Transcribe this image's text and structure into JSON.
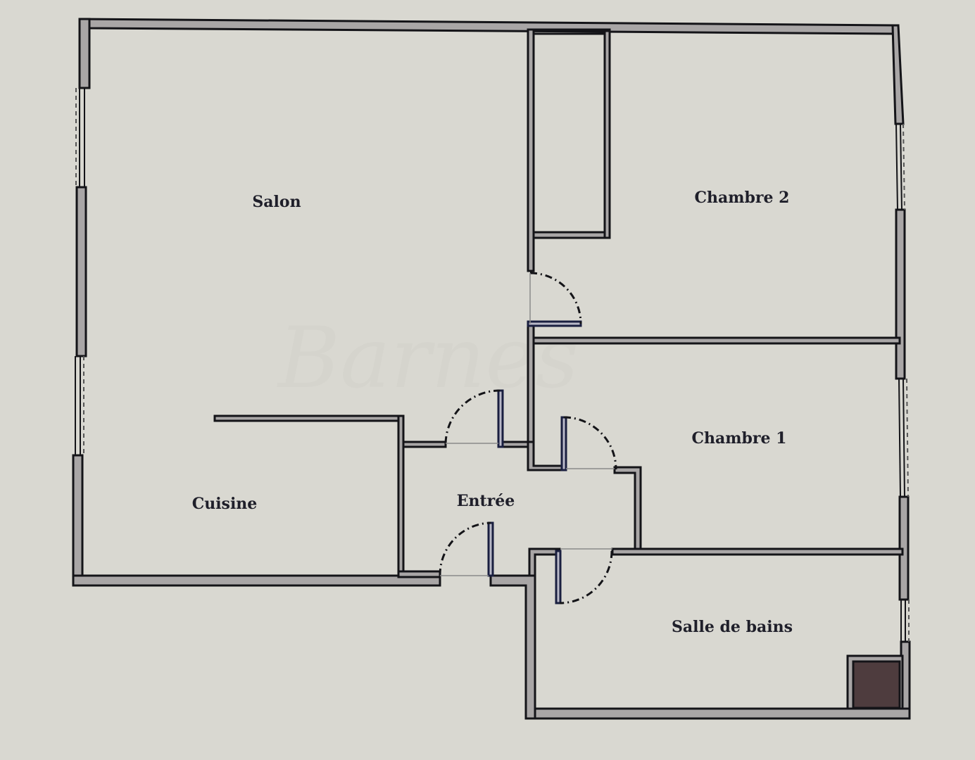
{
  "plan": {
    "background_color": "#d9d8d1",
    "wall_fill_color": "#a9a6a6",
    "wall_outline_color": "#141418",
    "fixture_color": "#4e3c3e",
    "watermark_text": "Barnes"
  },
  "rooms": [
    {
      "id": "salon",
      "label": "Salon"
    },
    {
      "id": "chambre-2",
      "label": "Chambre 2"
    },
    {
      "id": "chambre-1",
      "label": "Chambre 1"
    },
    {
      "id": "cuisine",
      "label": "Cuisine"
    },
    {
      "id": "entree",
      "label": "Entrée"
    },
    {
      "id": "salle-de-bains",
      "label": "Salle de bains"
    }
  ]
}
